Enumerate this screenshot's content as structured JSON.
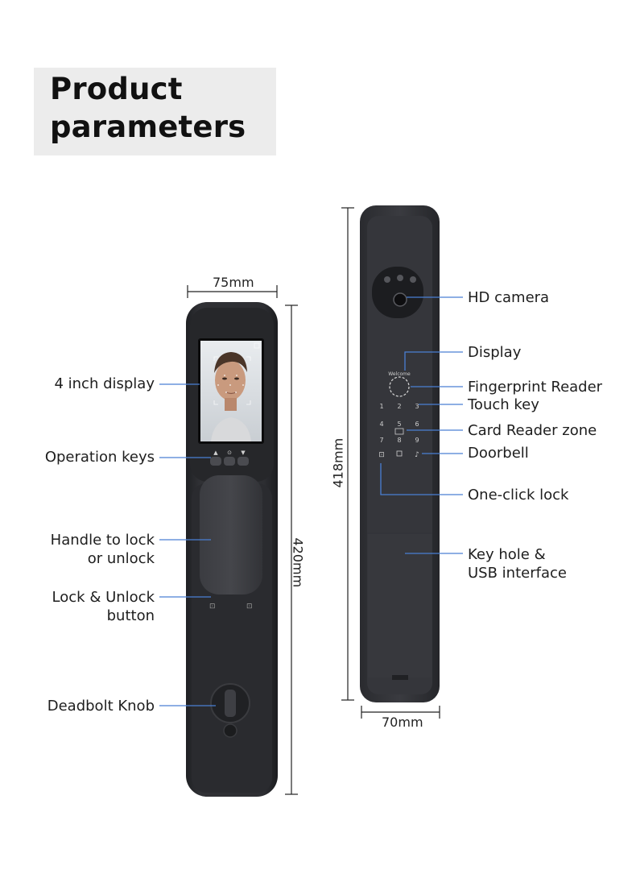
{
  "title": {
    "line1": "Product",
    "line2": "parameters"
  },
  "front_lock": {
    "width_dim": "75mm",
    "height_dim": "420mm",
    "labels": {
      "display": "4 inch display",
      "operation_keys": "Operation keys",
      "handle_line1": "Handle to lock",
      "handle_line2": "or unlock",
      "lock_unlock_line1": "Lock & Unlock",
      "lock_unlock_line2": "button",
      "deadbolt": "Deadbolt Knob"
    }
  },
  "side_lock": {
    "height_dim": "418mm",
    "width_dim": "70mm",
    "labels": {
      "camera": "HD camera",
      "display": "Display",
      "fingerprint": "Fingerprint Reader",
      "touch_key": "Touch key",
      "card_reader": "Card Reader zone",
      "doorbell": "Doorbell",
      "one_click": "One-click lock",
      "keyhole_line1": "Key hole &",
      "keyhole_line2": "USB interface"
    },
    "keypad": [
      "1",
      "4",
      "7",
      "2",
      "5",
      "8",
      "3",
      "6",
      "9"
    ],
    "welcome_text": "Welcome"
  },
  "colors": {
    "lock_body": "#2b2c2f",
    "callout_line": "#4a7fd4",
    "title_bg": "#ececec"
  }
}
